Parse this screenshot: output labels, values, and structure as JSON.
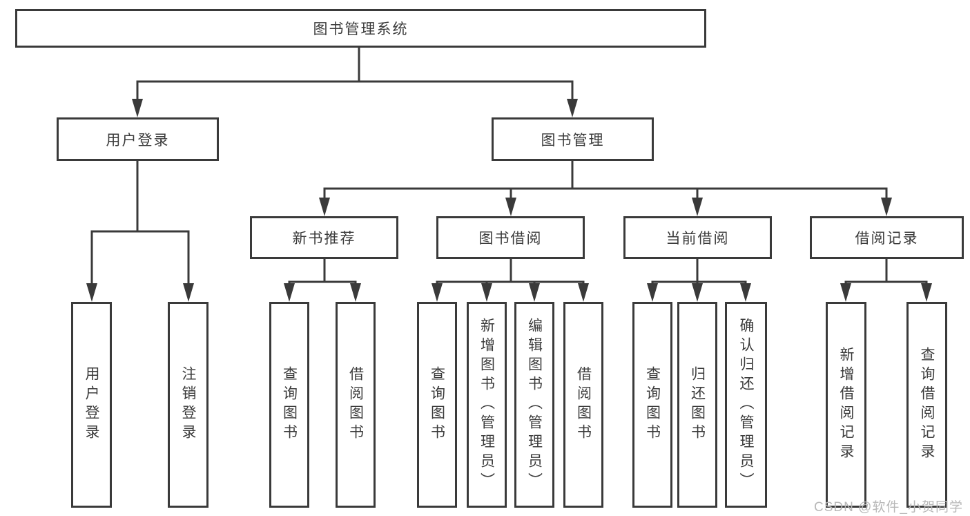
{
  "diagram": {
    "type": "tree",
    "root": "图书管理系统",
    "level2": [
      "用户登录",
      "图书管理"
    ],
    "level3": [
      "新书推荐",
      "图书借阅",
      "当前借阅",
      "借阅记录"
    ],
    "leaves": {
      "user_login": [
        "用户登录",
        "注销登录"
      ],
      "new_book_rec": [
        "查询图书",
        "借阅图书"
      ],
      "book_borrow": [
        "查询图书",
        "新增图书（管理员）",
        "编辑图书（管理员）",
        "借阅图书"
      ],
      "current_borrow": [
        "查询图书",
        "归还图书",
        "确认归还（管理员）"
      ],
      "borrow_record": [
        "新增借阅记录",
        "查询借阅记录"
      ]
    },
    "edges": [
      "图书管理系统 -> 用户登录",
      "图书管理系统 -> 图书管理",
      "用户登录 -> 用户登录(叶), 注销登录",
      "图书管理 -> 新书推荐, 图书借阅, 当前借阅, 借阅记录",
      "新书推荐 -> 查询图书, 借阅图书",
      "图书借阅 -> 查询图书, 新增图书（管理员）, 编辑图书（管理员）, 借阅图书",
      "当前借阅 -> 查询图书, 归还图书, 确认归还（管理员）",
      "借阅记录 -> 新增借阅记录, 查询借阅记录"
    ]
  },
  "watermark": {
    "text": "CSDN @软件_小贺同学"
  },
  "colors": {
    "line": "#3a3a3a",
    "box_border": "#3a3a3a",
    "text": "#3b3b3b",
    "watermark": "#b8b8b8",
    "background": "#ffffff"
  }
}
